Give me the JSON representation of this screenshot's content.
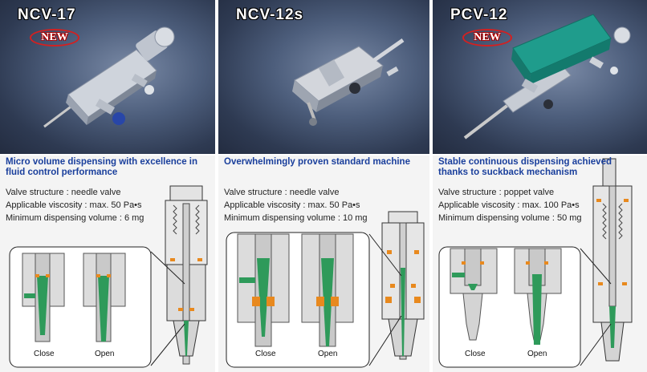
{
  "panels": [
    {
      "model": "NCV-17",
      "badge": "NEW",
      "headline": "Micro volume dispensing with excellence in fluid control performance",
      "specs": [
        "Valve structure : needle valve",
        "Applicable viscosity : max. 50 Pa•s",
        "Minimum dispensing volume : 6 mg"
      ],
      "captions": [
        "Close",
        "Open"
      ]
    },
    {
      "model": "NCV-12s",
      "badge": "",
      "headline": "Overwhelmingly proven standard machine",
      "specs": [
        "Valve structure : needle valve",
        "Applicable viscosity : max. 50 Pa•s",
        "Minimum dispensing volume : 10 mg"
      ],
      "captions": [
        "Close",
        "Open"
      ]
    },
    {
      "model": "PCV-12",
      "badge": "NEW",
      "headline": "Stable continuous dispensing achieved thanks to suckback mechanism",
      "specs": [
        "Valve structure : poppet valve",
        "Applicable viscosity : max. 100 Pa•s",
        "Minimum dispensing volume : 50 mg"
      ],
      "captions": [
        "Close",
        "Open"
      ]
    }
  ],
  "colors": {
    "headline": "#1a3f9c",
    "badge_ring": "#d42020",
    "fluid": "#2e9a5a",
    "seal": "#e8891e",
    "body_teal": "#1f9c8c",
    "cap_blue": "#2846a8"
  }
}
